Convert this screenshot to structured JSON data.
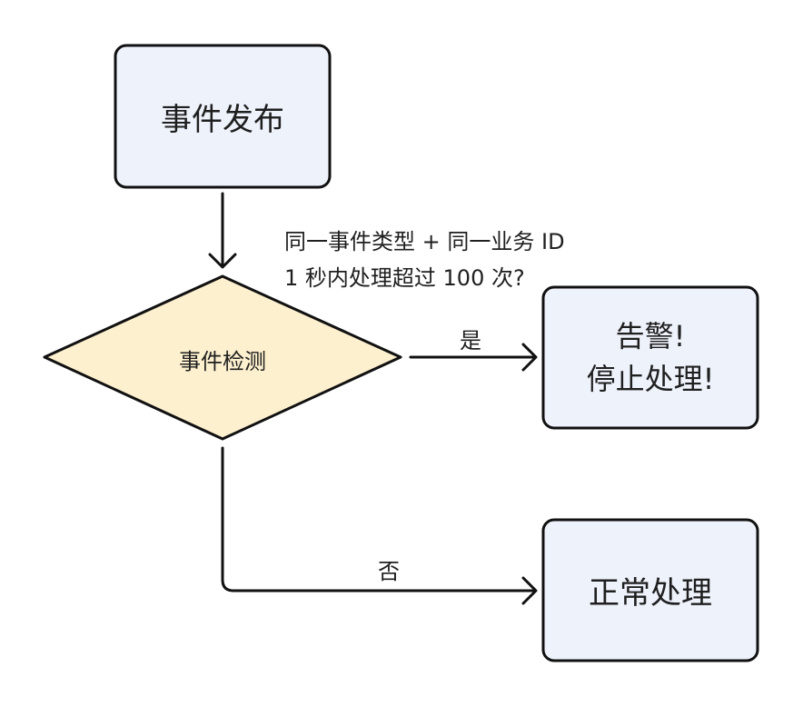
{
  "nodes": {
    "publish": {
      "label": "事件发布"
    },
    "detect": {
      "label": "事件检测"
    },
    "alarm": {
      "label_line1": "告警!",
      "label_line2": "停止处理!"
    },
    "normal": {
      "label": "正常处理"
    }
  },
  "condition": {
    "line1": "同一事件类型 + 同一业务 ID",
    "line2": "1 秒内处理超过 100 次?"
  },
  "edges": {
    "yes_label": "是",
    "no_label": "否"
  },
  "colors": {
    "box_fill": "#eef2fb",
    "diamond_fill": "#fdf0cf",
    "stroke": "#111111"
  }
}
